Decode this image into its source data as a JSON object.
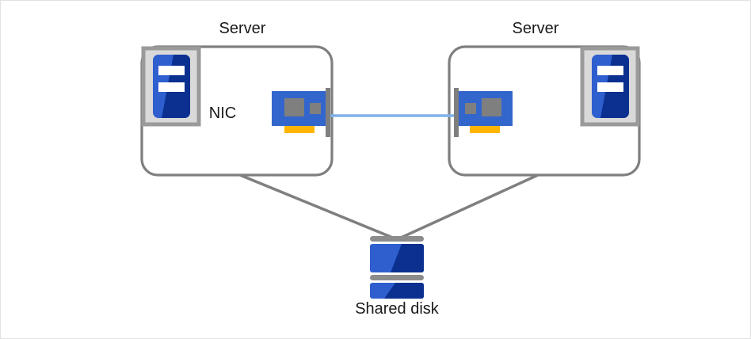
{
  "diagram": {
    "title": "Two-server shared disk cluster diagram",
    "colors": {
      "background": "#ffffff",
      "frame_border": "#e2e2e2",
      "box_stroke": "#7f7f7f",
      "icon_blue": "#2f5fcf",
      "icon_navy": "#0b3090",
      "icon_white": "#ffffff",
      "icon_grey_frame": "#9a9a9a",
      "icon_grey_fill": "#d9d9d9",
      "nic_blue": "#3366cc",
      "nic_chip_grey": "#7f7f7f",
      "nic_tab_yellow": "#ffb400",
      "nic_bracket_grey": "#7f7f7f",
      "link_blue": "#7eb3e8",
      "disk_band_grey": "#8c8c8c",
      "text": "#1a1a1a"
    },
    "nodes": [
      {
        "id": "server-left",
        "label": "Server",
        "icons": [
          "server-tower-icon",
          "nic-card-icon"
        ],
        "nic_label": "NIC"
      },
      {
        "id": "server-right",
        "label": "Server",
        "icons": [
          "server-tower-icon",
          "nic-card-icon"
        ],
        "nic_label": ""
      },
      {
        "id": "shared-disk",
        "label": "Shared disk",
        "icons": [
          "disk-stack-icon"
        ]
      }
    ],
    "labels": {
      "server_left": "Server",
      "server_right": "Server",
      "nic": "NIC",
      "shared_disk": "Shared disk"
    },
    "connections": [
      {
        "id": "nic-link",
        "from": "server-left-nic",
        "to": "server-right-nic",
        "style": "blue-line"
      },
      {
        "id": "disk-link-left",
        "from": "server-left",
        "to": "shared-disk",
        "style": "grey-line"
      },
      {
        "id": "disk-link-right",
        "from": "server-right",
        "to": "shared-disk",
        "style": "grey-line"
      }
    ]
  }
}
